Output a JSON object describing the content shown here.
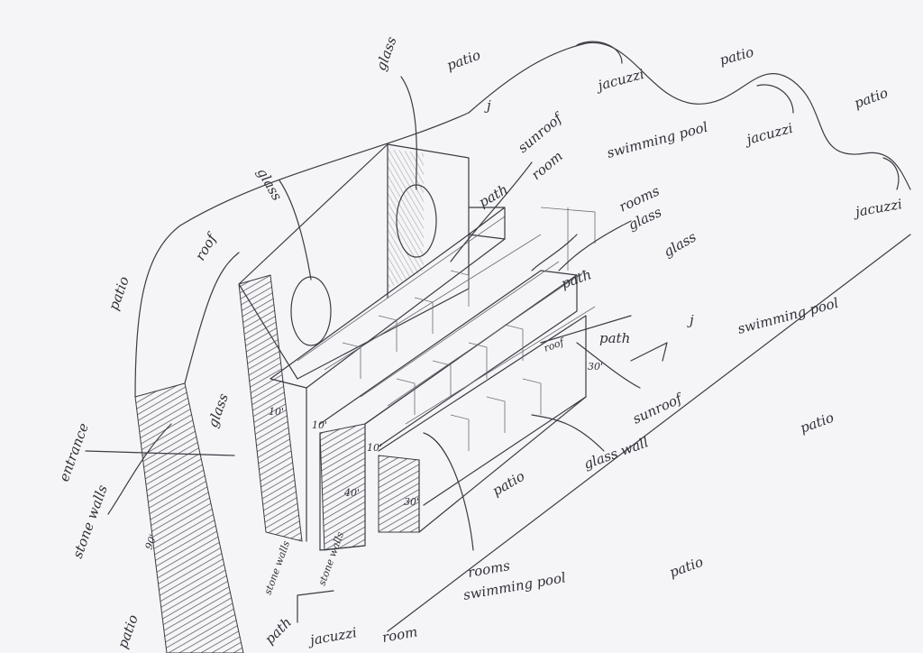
{
  "title": "Architectural sketch of terraced house",
  "labels": {
    "glass_top": "glass",
    "patio_top": "patio",
    "jacuzzi_1": "jacuzzi",
    "patio_top2": "patio",
    "patio_right": "patio",
    "jacuzzi_2": "jacuzzi",
    "jacuzzi_3": "jacuzzi",
    "j_top": "j",
    "sunroof_top": "sunroof",
    "room_top": "room",
    "swimming_pool_top": "swimming pool",
    "rooms_top": "rooms",
    "glass_mid1": "glass",
    "glass_mid2": "glass",
    "path_top": "path",
    "path_mid": "path",
    "glass_left": "glass",
    "roof_left": "roof",
    "patio_left": "patio",
    "entrance": "entrance",
    "glass_entrance": "glass",
    "stone_walls_left": "stone walls",
    "dim_90": "90'",
    "dim_10a": "10'",
    "dim_10b": "10'",
    "dim_10c": "10'",
    "dim_40": "40'",
    "dim_30a": "30'",
    "dim_30b": "30'",
    "path_right": "path",
    "roof_right": "roof",
    "j_right": "j",
    "swimming_pool_right": "swimming pool",
    "sunroof_right": "sunroof",
    "patio_far_right": "patio",
    "glass_wall": "glass wall",
    "patio_center": "patio",
    "patio_bottom_right": "patio",
    "rooms_bottom": "rooms",
    "swimming_pool_bottom": "swimming pool",
    "stone_walls_b1": "stone walls",
    "stone_walls_b2": "stone walls",
    "path_bottom": "path",
    "jacuzzi_bottom": "jacuzzi",
    "room_bottom": "room",
    "patio_bottom_left": "patio"
  }
}
